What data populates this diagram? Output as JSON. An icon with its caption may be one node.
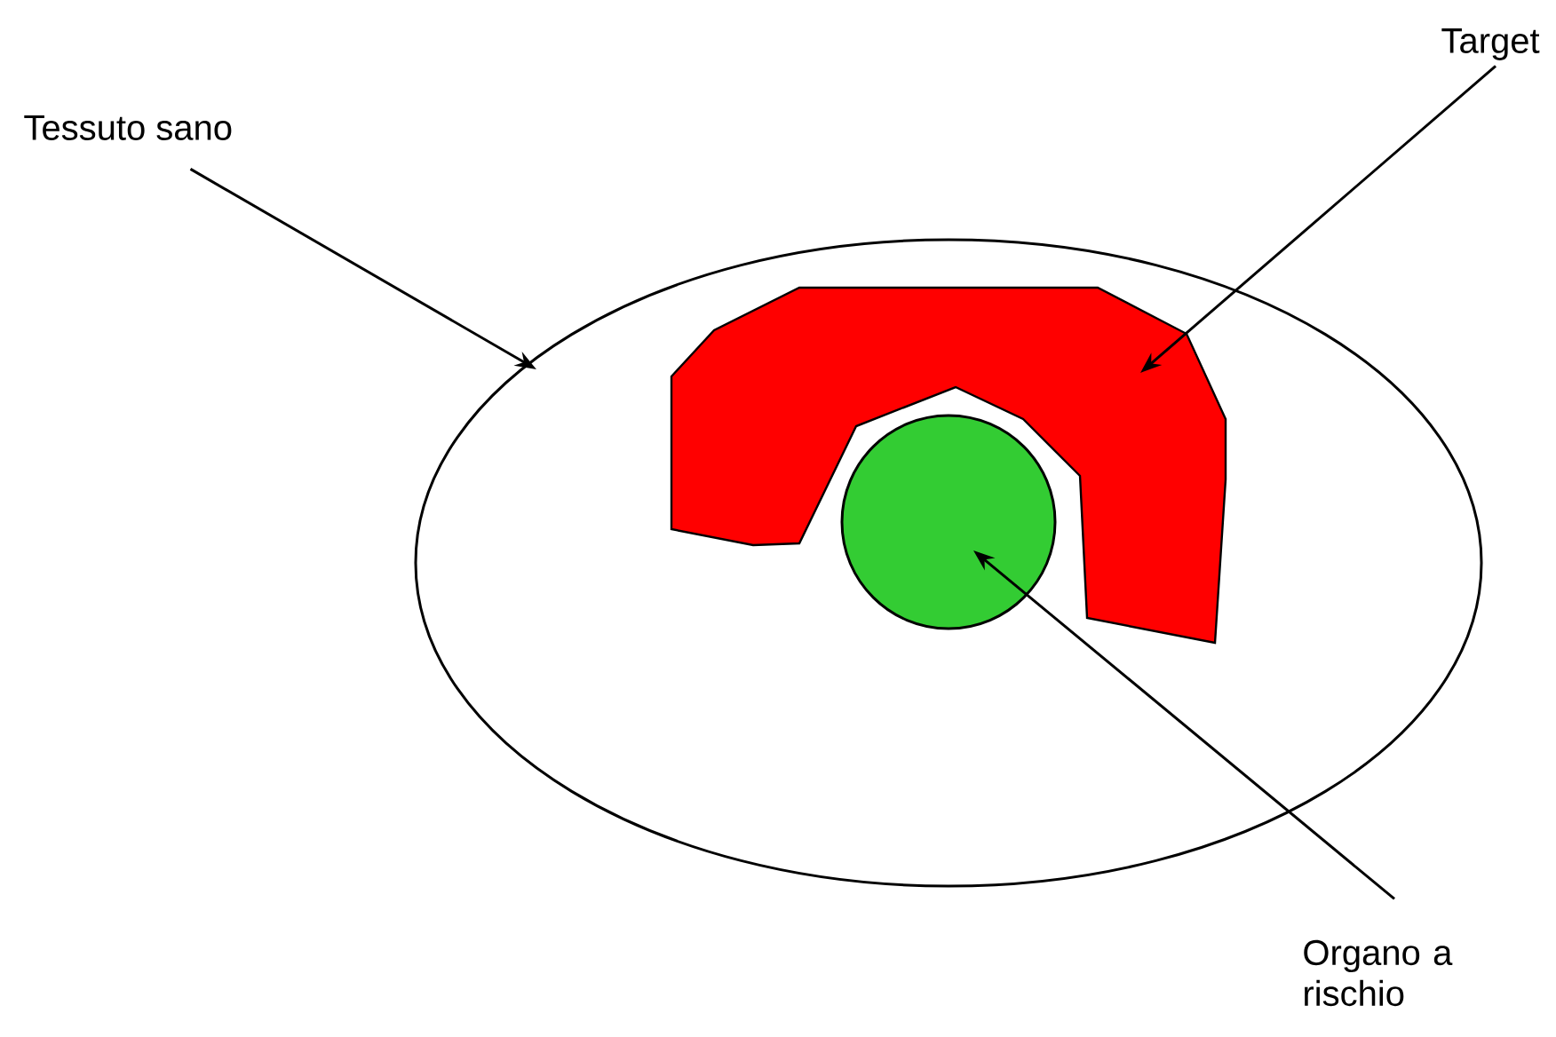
{
  "diagram": {
    "nodes": [
      {
        "text": [
          "Tessuto sano"
        ]
      },
      {
        "text": [
          "Target"
        ]
      },
      {
        "text": [
          "Organo a rischio"
        ]
      },
      {
        "text": [],
        "shape": "ellipse"
      },
      {
        "text": [],
        "shape": "polygon",
        "in": 3
      },
      {
        "text": [],
        "shape": "circle",
        "in": 3
      }
    ],
    "edges": [
      {
        "from": 0,
        "to": 3,
        "arrow": "to"
      },
      {
        "from": 1,
        "to": 4,
        "arrow": "to"
      },
      {
        "from": 2,
        "to": 5,
        "arrow": "to"
      }
    ]
  }
}
